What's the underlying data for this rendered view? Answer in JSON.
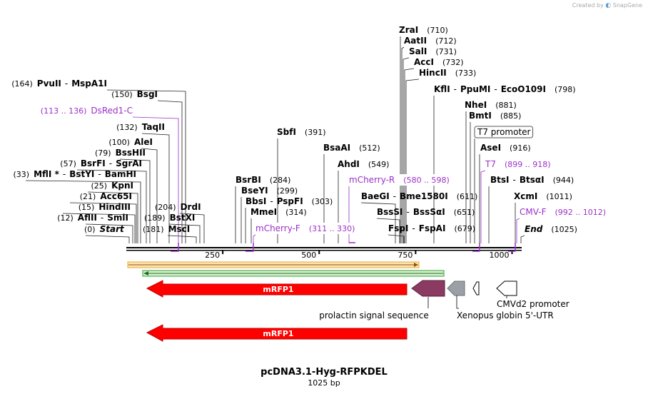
{
  "credit": {
    "prefix": "Created by",
    "app": "SnapGene"
  },
  "plasmid": {
    "name": "pcDNA3.1-Hyg-RFPKDEL",
    "length": "1025 bp"
  },
  "ruler": {
    "ticks": [
      "250",
      "500",
      "750",
      "1000"
    ]
  },
  "colors": {
    "site": "#000000",
    "primer": "#9b30c8",
    "feature_red": "#ff0000",
    "signal": "#8b3a62",
    "utr": "#9aa0a6",
    "orf_orange": "#f5a623",
    "orf_green": "#2ea02e"
  },
  "labels": [
    {
      "id": "start",
      "pos": "(0)",
      "name": "Start",
      "kind": "italic"
    },
    {
      "id": "aflii",
      "pos": "(12)",
      "name": "AflII",
      "name2": "SmlI",
      "kind": "site"
    },
    {
      "id": "hindiii",
      "pos": "(15)",
      "name": "HindIII",
      "kind": "site"
    },
    {
      "id": "acc65i",
      "pos": "(21)",
      "name": "Acc65I",
      "kind": "site"
    },
    {
      "id": "kpni",
      "pos": "(25)",
      "name": "KpnI",
      "kind": "site"
    },
    {
      "id": "mfli",
      "pos": "(33)",
      "name": "MflI *",
      "name2": "BstYI",
      "name3": "BamHI",
      "kind": "site"
    },
    {
      "id": "bsrfi",
      "pos": "(57)",
      "name": "BsrFI",
      "name2": "SgrAI",
      "kind": "site"
    },
    {
      "id": "bsshii",
      "pos": "(79)",
      "name": "BssHII",
      "kind": "site"
    },
    {
      "id": "alei",
      "pos": "(100)",
      "name": "AleI",
      "kind": "site"
    },
    {
      "id": "taqii",
      "pos": "(132)",
      "name": "TaqII",
      "kind": "site"
    },
    {
      "id": "dsred",
      "pos": "(113 .. 136)",
      "name": "DsRed1-C",
      "kind": "primer"
    },
    {
      "id": "bsgi",
      "pos": "(150)",
      "name": "BsgI",
      "kind": "site"
    },
    {
      "id": "pvuii",
      "pos": "(164)",
      "name": "PvuII",
      "name2": "MspA1I",
      "kind": "site"
    },
    {
      "id": "msci",
      "pos": "(181)",
      "name": "MscI",
      "kind": "site"
    },
    {
      "id": "bstxi",
      "pos": "(189)",
      "name": "BstXI",
      "kind": "site"
    },
    {
      "id": "drdi",
      "pos": "(204)",
      "name": "DrdI",
      "kind": "site"
    },
    {
      "id": "bsrbi",
      "pos": "(284)",
      "name": "BsrBI",
      "kind": "site"
    },
    {
      "id": "bseyi",
      "pos": "(299)",
      "name": "BseYI",
      "kind": "site"
    },
    {
      "id": "bbsi",
      "pos": "(303)",
      "name": "BbsI",
      "name2": "PspFI",
      "kind": "site"
    },
    {
      "id": "mmei",
      "pos": "(314)",
      "name": "MmeI",
      "kind": "site"
    },
    {
      "id": "mcherryf",
      "pos": "(311 .. 330)",
      "name": "mCherry-F",
      "kind": "primer"
    },
    {
      "id": "sbfi",
      "pos": "(391)",
      "name": "SbfI",
      "kind": "site"
    },
    {
      "id": "bsaai",
      "pos": "(512)",
      "name": "BsaAI",
      "kind": "site"
    },
    {
      "id": "ahdi",
      "pos": "(549)",
      "name": "AhdI",
      "kind": "site"
    },
    {
      "id": "mcherryr",
      "pos": "(580 .. 598)",
      "name": "mCherry-R",
      "kind": "primer"
    },
    {
      "id": "baegi",
      "pos": "(611)",
      "name": "BaeGI",
      "name2": "Bme1580I",
      "kind": "site"
    },
    {
      "id": "bsssi",
      "pos": "(651)",
      "name": "BssSI",
      "name2": "BssSαI",
      "kind": "site"
    },
    {
      "id": "fspi",
      "pos": "(679)",
      "name": "FspI",
      "name2": "FspAI",
      "kind": "site"
    },
    {
      "id": "zrai",
      "pos": "(710)",
      "name": "ZraI",
      "kind": "site"
    },
    {
      "id": "aatii",
      "pos": "(712)",
      "name": "AatII",
      "kind": "site"
    },
    {
      "id": "sali",
      "pos": "(731)",
      "name": "SalI",
      "kind": "site"
    },
    {
      "id": "acci",
      "pos": "(732)",
      "name": "AccI",
      "kind": "site"
    },
    {
      "id": "hincii",
      "pos": "(733)",
      "name": "HincII",
      "kind": "site"
    },
    {
      "id": "kfli",
      "pos": "(798)",
      "name": "KflI",
      "name2": "PpuMI",
      "name3": "EcoO109I",
      "kind": "site"
    },
    {
      "id": "nhei",
      "pos": "(881)",
      "name": "NheI",
      "kind": "site"
    },
    {
      "id": "bmti",
      "pos": "(885)",
      "name": "BmtI",
      "kind": "site"
    },
    {
      "id": "t7prom",
      "pos": "",
      "name": "T7 promoter",
      "kind": "boxed"
    },
    {
      "id": "asei",
      "pos": "(916)",
      "name": "AseI",
      "kind": "site"
    },
    {
      "id": "t7",
      "pos": "(899 .. 918)",
      "name": "T7",
      "kind": "primer"
    },
    {
      "id": "btsi",
      "pos": "(944)",
      "name": "BtsI",
      "name2": "BtsαI",
      "kind": "site"
    },
    {
      "id": "xcmi",
      "pos": "(1011)",
      "name": "XcmI",
      "kind": "site"
    },
    {
      "id": "cmvf",
      "pos": "(992 .. 1012)",
      "name": "CMV-F",
      "kind": "primer"
    },
    {
      "id": "end",
      "pos": "(1025)",
      "name": "End",
      "kind": "italic"
    }
  ],
  "features": [
    {
      "id": "mrfp1a",
      "name": "mRFP1"
    },
    {
      "id": "mrfp1b",
      "name": "mRFP1"
    },
    {
      "id": "prolactin",
      "name": "prolactin signal sequence"
    },
    {
      "id": "xenopus",
      "name": "Xenopus globin 5'-UTR"
    },
    {
      "id": "cmvd2",
      "name": "CMVd2 promoter"
    }
  ]
}
